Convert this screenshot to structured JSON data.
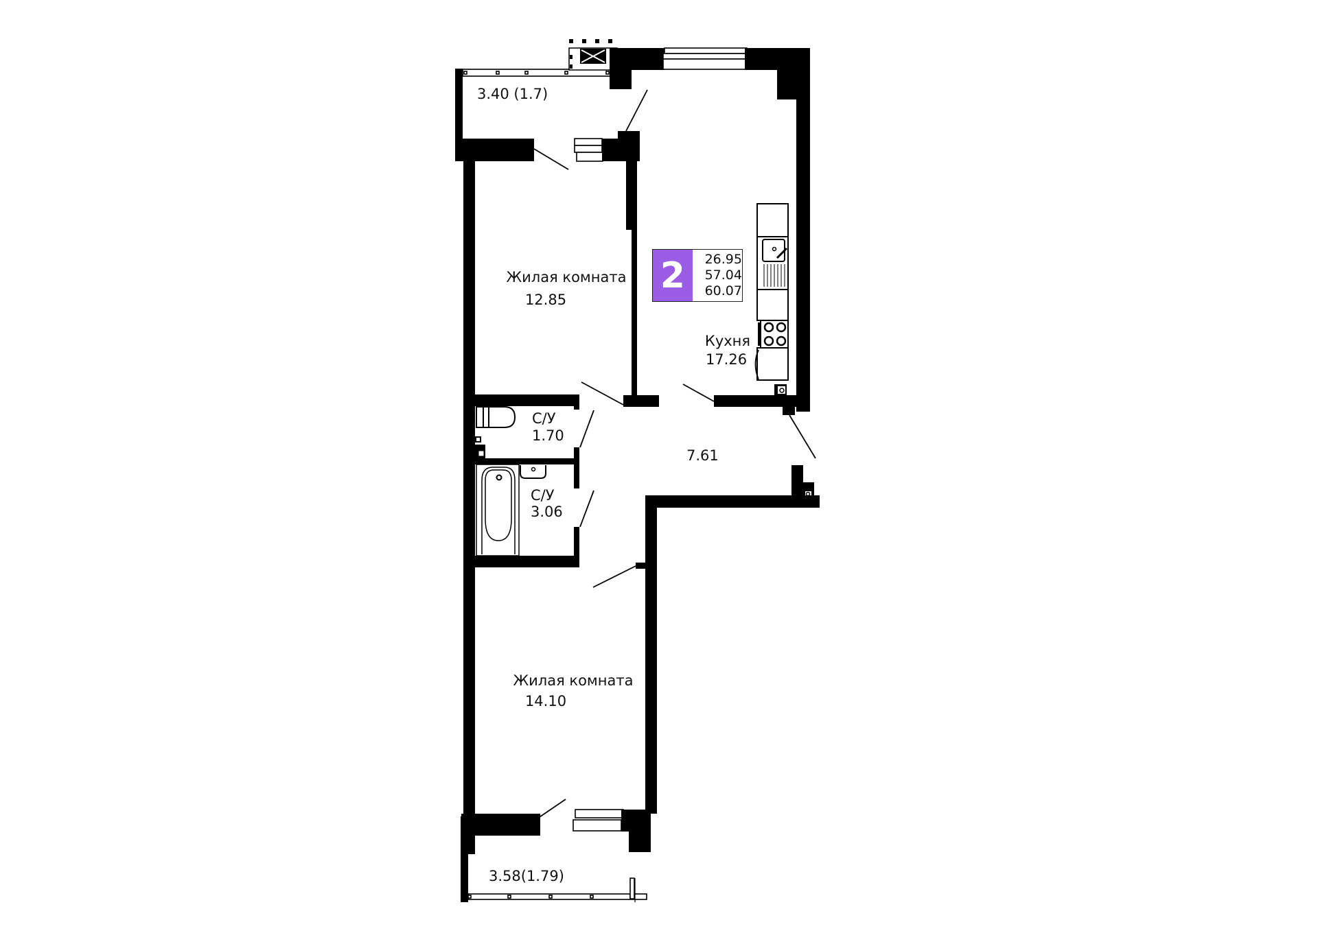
{
  "plan": {
    "rooms_count": "2",
    "accent_color": "#9b5de5",
    "areas": {
      "living_area": "26.95",
      "total_area": "57.04",
      "total_with_balconies": "60.07"
    }
  },
  "rooms": {
    "balcony_top": {
      "area": "3.40 (1.7)"
    },
    "living_room_1": {
      "name": "Жилая комната",
      "area": "12.85"
    },
    "kitchen": {
      "name": "Кухня",
      "area": "17.26"
    },
    "wc_1": {
      "name": "С/У",
      "area": "1.70"
    },
    "wc_2": {
      "name": "С/У",
      "area": "3.06"
    },
    "hallway": {
      "area": "7.61"
    },
    "living_room_2": {
      "name": "Жилая комната",
      "area": "14.10"
    },
    "balcony_bottom": {
      "area": "3.58(1.79)"
    }
  }
}
